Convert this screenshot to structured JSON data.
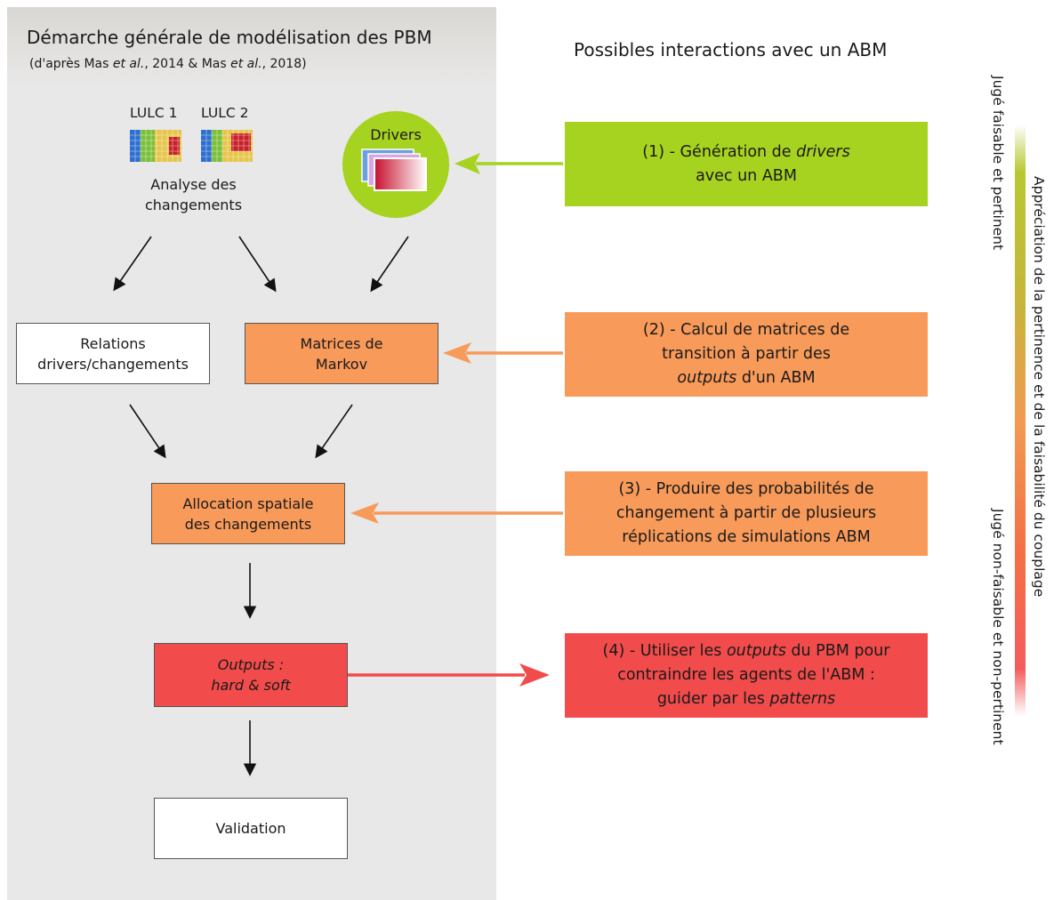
{
  "header": {
    "title": "Démarche générale de modélisation des PBM",
    "subtitle_pre": "(d'après Mas ",
    "subtitle_em1": "et al.",
    "subtitle_mid": ", 2014 & Mas ",
    "subtitle_em2": "et al.",
    "subtitle_post": ", 2018)",
    "right_title": "Possibles interactions avec un ABM"
  },
  "left": {
    "lulc1": "LULC 1",
    "lulc2": "LULC 2",
    "analyse_line1": "Analyse des",
    "analyse_line2": "changements",
    "drivers": "Drivers",
    "relations_line1": "Relations",
    "relations_line2": "drivers/changements",
    "markov_line1": "Matrices de",
    "markov_line2": "Markov",
    "allocation_line1": "Allocation spatiale",
    "allocation_line2": "des changements",
    "outputs_line1": "Outputs :",
    "outputs_line2": "hard & soft",
    "validation": "Validation"
  },
  "interactions": {
    "i1_line1_pre": "(1) - Génération de ",
    "i1_line1_em": "drivers",
    "i1_line2": "avec un ABM",
    "i2_line1": "(2) - Calcul de matrices de",
    "i2_line2": "transition à partir des",
    "i2_line3_em": "outputs",
    "i2_line3_post": " d'un ABM",
    "i3_line1": "(3) - Produire des probabilités de",
    "i3_line2": "changement à partir de plusieurs",
    "i3_line3": "réplications de simulations ABM",
    "i4_line1_pre": "(4) - Utiliser les ",
    "i4_line1_em": "outputs",
    "i4_line1_post": " du PBM pour",
    "i4_line2": "contraindre les agents de l'ABM :",
    "i4_line3_pre": "guider par les ",
    "i4_line3_em": "patterns"
  },
  "scale": {
    "top_label": "Jugé faisable et pertinent",
    "bottom_label": "Jugé non-faisable et non-pertinent",
    "axis_label": "Appréciation de la pertinence et de la faisabilité du couplage"
  },
  "colors": {
    "green": "#a6d220",
    "orange": "#f79a5a",
    "red": "#f24b4b",
    "panel_grey": "#e8e8e8"
  }
}
